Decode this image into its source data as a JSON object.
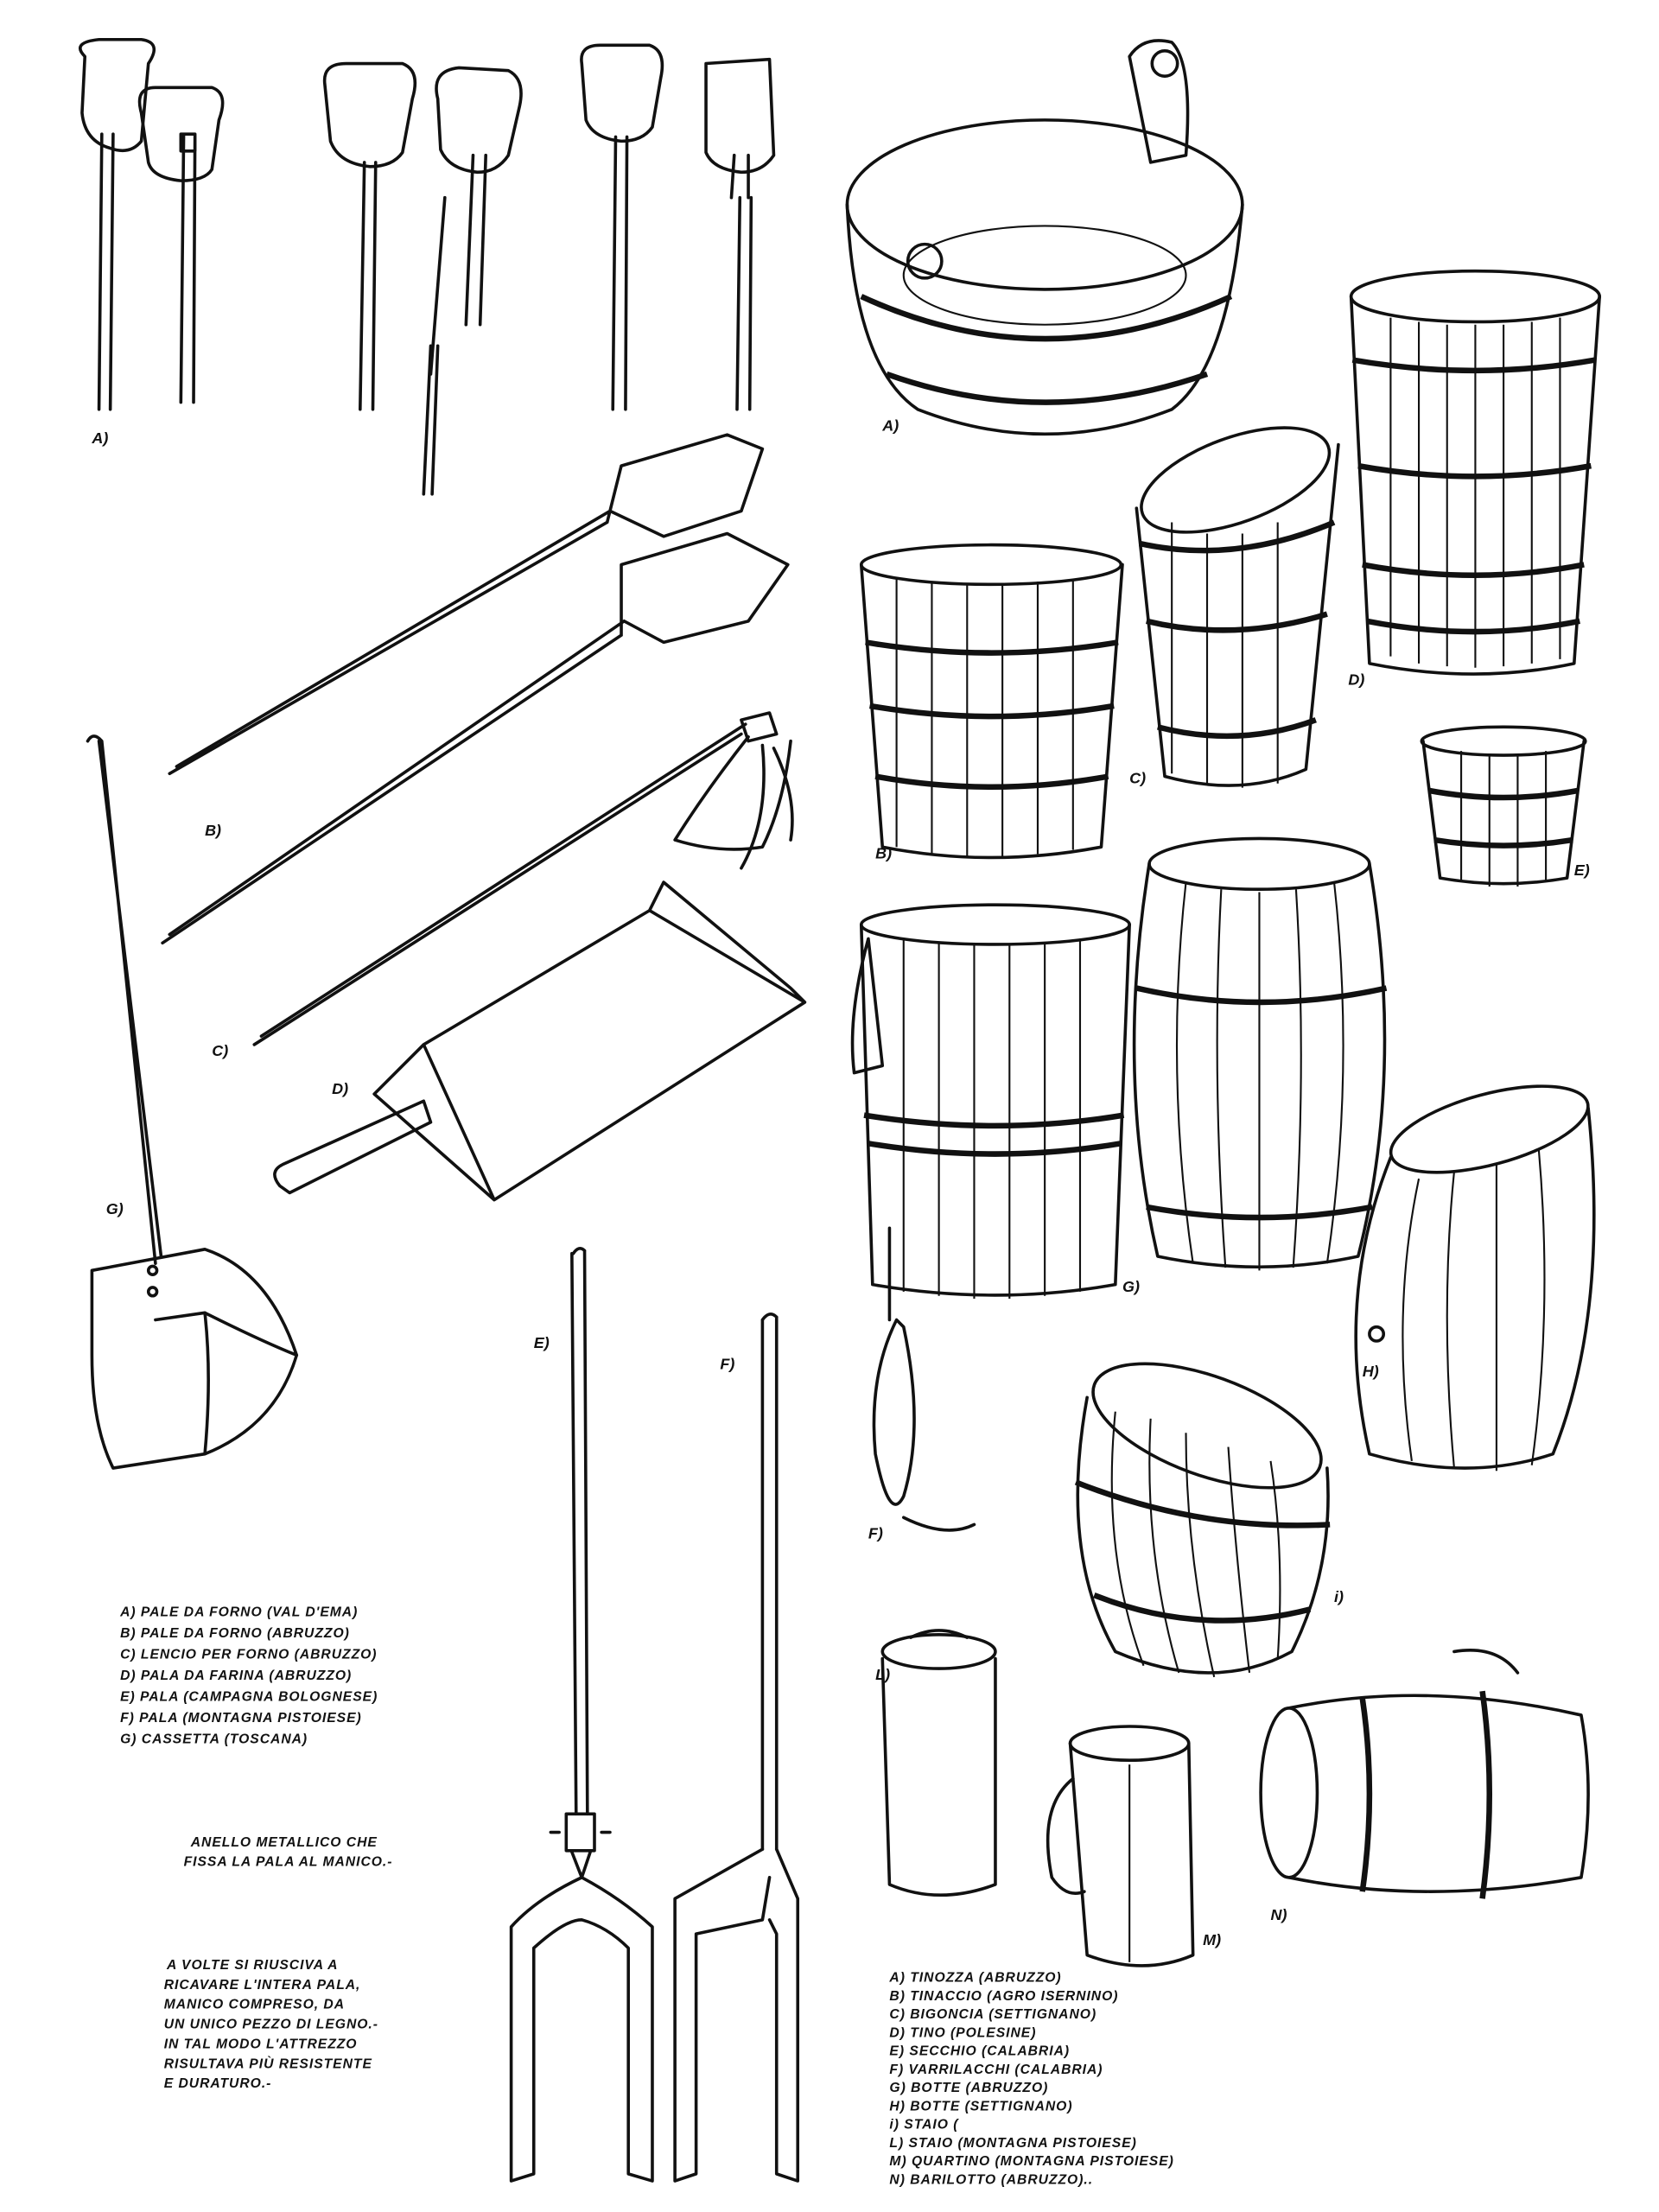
{
  "left_labels": {
    "A": "A)",
    "B": "B)",
    "C": "C)",
    "D": "D)",
    "E": "E)",
    "F": "F)",
    "G": "G)"
  },
  "right_labels": {
    "A": "A)",
    "B": "B)",
    "C": "C)",
    "D": "D)",
    "E": "E)",
    "F": "F)",
    "G": "G)",
    "H": "H)",
    "I": "i)",
    "L": "L)",
    "M": "M)",
    "N": "N)"
  },
  "left_legend": [
    "A) PALE DA FORNO (VAL D'EMA)",
    "B) PALE DA FORNO (ABRUZZO)",
    "C) LENCIO PER FORNO (ABRUZZO)",
    "D) PALA DA FARINA (ABRUZZO)",
    "E) PALA (CAMPAGNA BOLOGNESE)",
    "F) PALA (MONTAGNA PISTOIESE)",
    "G) CASSETTA (TOSCANA)"
  ],
  "ring_note": [
    "ANELLO METALLICO CHE",
    "FISSA LA PALA AL MANICO.-"
  ],
  "one_piece_note": [
    "A VOLTE SI RIUSCIVA A",
    "RICAVARE L'INTERA PALA,",
    "MANICO COMPRESO, DA",
    "UN UNICO PEZZO DI LEGNO.-",
    "IN TAL MODO L'ATTREZZO",
    "RISULTAVA PIÙ RESISTENTE",
    "E DURATURO.-"
  ],
  "right_legend": [
    "A) TINOZZA (ABRUZZO)",
    "B) TINACCIO (AGRO ISERNINO)",
    "C) BIGONCIA (SETTIGNANO)",
    "D) TINO (POLESINE)",
    "E) SECCHIO (CALABRIA)",
    "F) VARRILACCHI (CALABRIA)",
    "G) BOTTE (ABRUZZO)",
    "H) BOTTE (SETTIGNANO)",
    "i) STAIO (",
    "L) STAIO (MONTAGNA PISTOIESE)",
    "M) QUARTINO (MONTAGNA PISTOIESE)",
    "N) BARILOTTO (ABRUZZO).."
  ]
}
